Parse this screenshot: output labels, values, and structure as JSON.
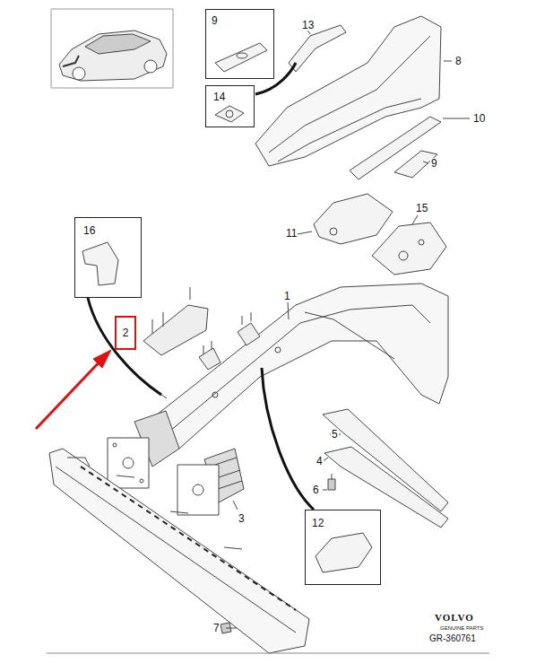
{
  "diagram": {
    "nodes": [
      {
        "text": [
          "9"
        ]
      },
      {
        "text": [
          "14"
        ]
      },
      {
        "text": [
          "16"
        ]
      },
      {
        "text": [
          "2"
        ]
      },
      {
        "text": [
          "12"
        ]
      }
    ],
    "labels": [
      "13",
      "8",
      "10",
      "9",
      "11",
      "15",
      "1",
      "5",
      "4",
      "6",
      "3",
      "7",
      "VOLVO",
      "GENUINE PARTS",
      "GR-360761"
    ]
  }
}
